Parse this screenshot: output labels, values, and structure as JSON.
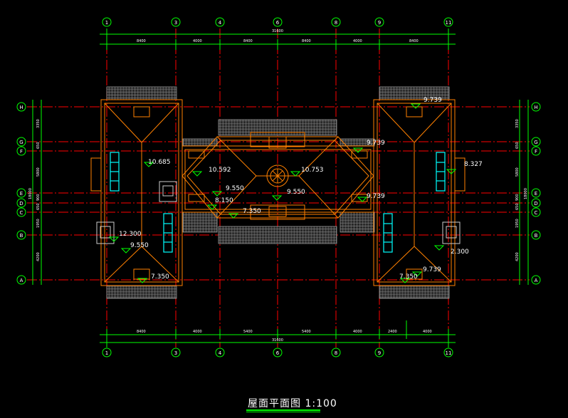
{
  "drawing": {
    "title": "屋面平面图  1:100",
    "col_labels": [
      "1",
      "3",
      "4",
      "6",
      "8",
      "9",
      "11"
    ],
    "row_labels": [
      "H",
      "G",
      "F",
      "E",
      "D",
      "C",
      "B",
      "A"
    ],
    "top_dims": [
      "8400",
      "4000",
      "8400",
      "8400",
      "4000",
      "8400"
    ],
    "top_total": "31600",
    "bottom_dims": [
      "8400",
      "4000",
      "5400",
      "5400",
      "4000",
      "2400",
      "4000"
    ],
    "bottom_total": "31600",
    "left_dims": [
      "3350",
      "650",
      "5800",
      "900",
      "650",
      "1950",
      "4200"
    ],
    "left_total": "18000",
    "right_dims": [
      "3350",
      "650",
      "5800",
      "900",
      "650",
      "1950",
      "4200"
    ],
    "right_total": "18000",
    "elevations": [
      {
        "id": "e1",
        "text": "9.739"
      },
      {
        "id": "e2",
        "text": "9.739"
      },
      {
        "id": "e3",
        "text": "10.685"
      },
      {
        "id": "e4",
        "text": "10.592"
      },
      {
        "id": "e5",
        "text": "10.753"
      },
      {
        "id": "e6",
        "text": "8.327"
      },
      {
        "id": "e7",
        "text": "9.550"
      },
      {
        "id": "e8",
        "text": "9.550"
      },
      {
        "id": "e9",
        "text": "9.739"
      },
      {
        "id": "e10",
        "text": "8.150"
      },
      {
        "id": "e11",
        "text": "7.350"
      },
      {
        "id": "e12",
        "text": "12.300"
      },
      {
        "id": "e13",
        "text": "9.550"
      },
      {
        "id": "e14",
        "text": "2.300"
      },
      {
        "id": "e15",
        "text": "9.739"
      },
      {
        "id": "e16",
        "text": "7.350"
      },
      {
        "id": "e17",
        "text": "7.350"
      }
    ]
  },
  "colors": {
    "background": "#000000",
    "axis": "#ff0000",
    "dimension": "#00ff00",
    "roof": "#ff8000",
    "window": "#00ffff",
    "hatch": "#9a9a9a",
    "text": "#ffffff"
  }
}
